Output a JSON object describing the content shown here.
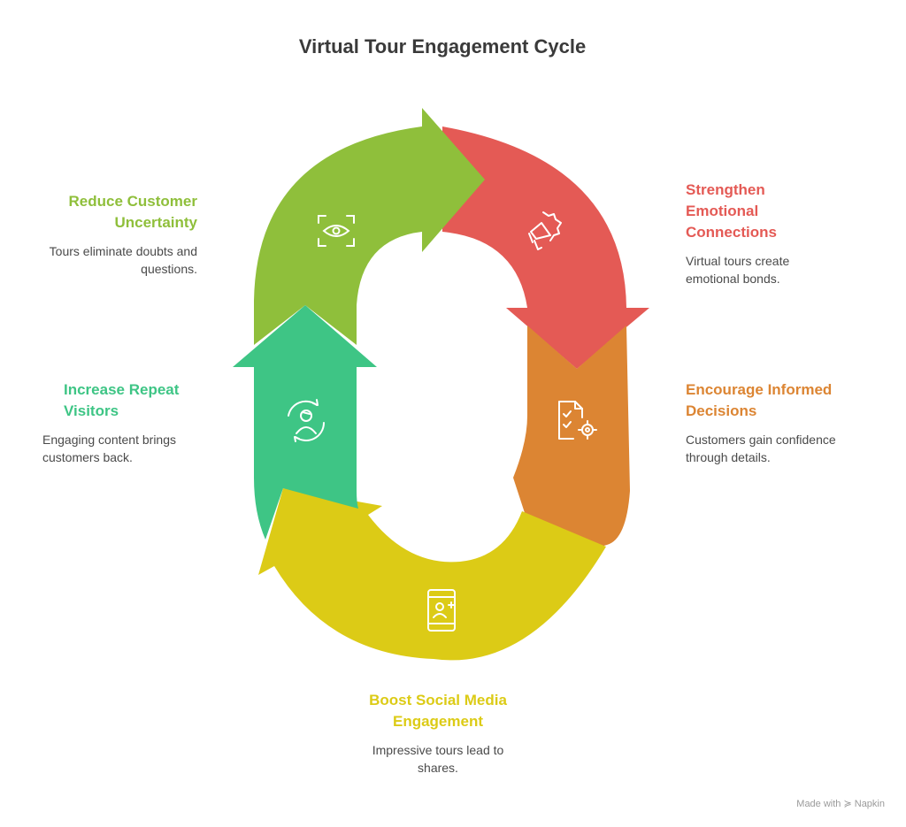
{
  "title": "Virtual Tour Engagement Cycle",
  "colors": {
    "green": "#8fbf3b",
    "red": "#e45a55",
    "orange": "#dc8533",
    "yellow": "#dccb16",
    "teal": "#3ec585"
  },
  "stages": {
    "reduce": {
      "heading": "Reduce Customer\nUncertainty",
      "description": "Tours eliminate doubts and\nquestions.",
      "icon": "eye-scan-icon"
    },
    "strengthen": {
      "heading": "Strengthen\nEmotional\nConnections",
      "description": "Virtual tours create\nemotional bonds.",
      "icon": "megaphone-icon"
    },
    "encourage": {
      "heading": "Encourage Informed\nDecisions",
      "description": "Customers gain confidence\nthrough details.",
      "icon": "checklist-gear-icon"
    },
    "boost": {
      "heading": "Boost Social Media\nEngagement",
      "description": "Impressive tours lead to\nshares.",
      "icon": "phone-add-user-icon"
    },
    "increase": {
      "heading": "Increase Repeat\nVisitors",
      "description": "Engaging content brings\ncustomers back.",
      "icon": "user-refresh-icon"
    }
  },
  "footer": "Made with ≽ Napkin"
}
